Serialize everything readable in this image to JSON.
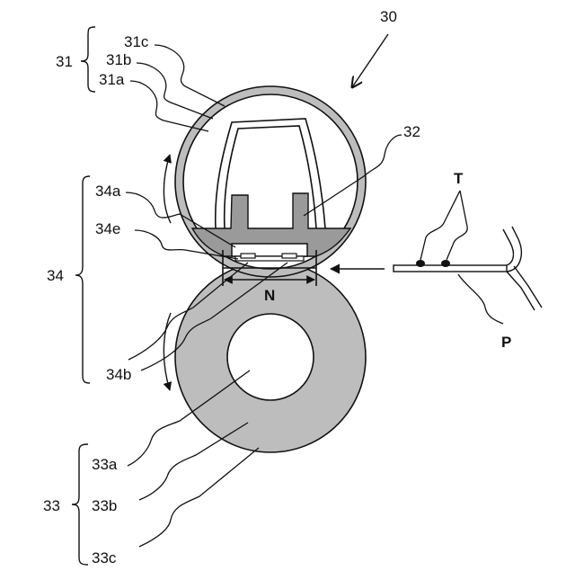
{
  "colors": {
    "line": "#111111",
    "roller_fill": "#bdbdbd",
    "guide_fill": "#9a9a9a",
    "hole_fill": "#ffffff",
    "background": "#ffffff"
  },
  "labels": {
    "unit": "30",
    "heating_unit": "31",
    "layer_31c": "31c",
    "layer_31b": "31b",
    "layer_31a": "31a",
    "guide": "32",
    "heater": "34",
    "heater_34a": "34a",
    "heater_34e": "34e",
    "heater_34b": "34b",
    "nip": "N",
    "toner": "T",
    "paper": "P",
    "pressure_roller": "33",
    "layer_33a": "33a",
    "layer_33b": "33b",
    "layer_33c": "33c"
  },
  "icons": {
    "rotation_upper": "curved-arrow-icon",
    "rotation_lower": "curved-arrow-icon",
    "feed_direction": "arrow-left-icon",
    "unit_pointer": "arrow-down-left-icon"
  }
}
